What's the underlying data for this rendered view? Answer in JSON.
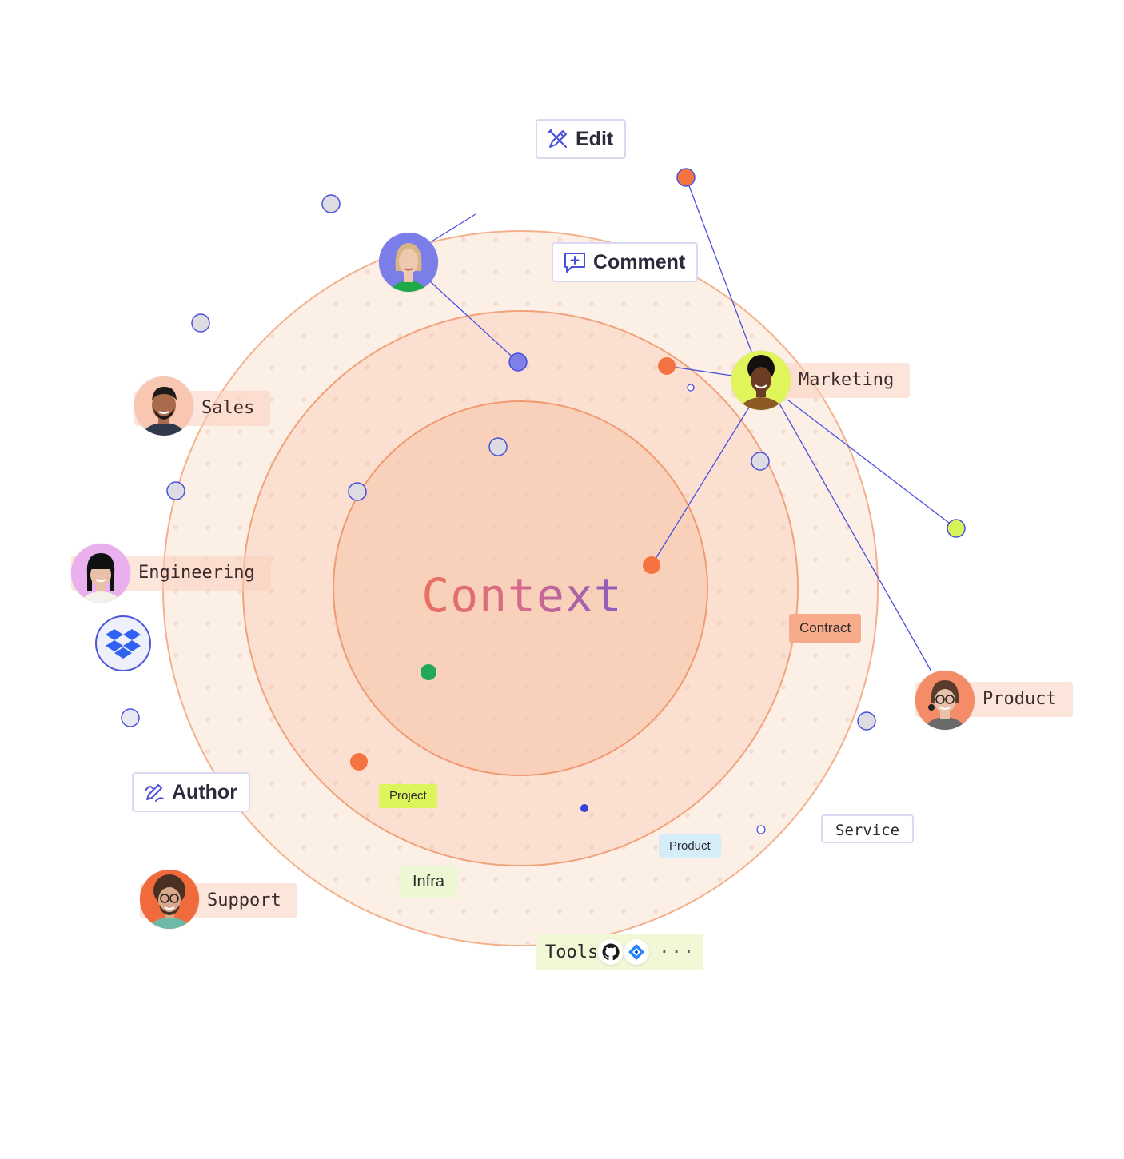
{
  "title": "Context",
  "people": [
    {
      "id": "sales",
      "label": "Sales",
      "avatar_bg": "#f9c6b2",
      "skin": "#a96b4c",
      "hair": "#1e1a18",
      "shirt": "#2e3a4a"
    },
    {
      "id": "engineering",
      "label": "Engineering",
      "avatar_bg": "#eab0ee",
      "skin": "#e8c2a8",
      "hair": "#111111",
      "shirt": "#f4f1ea"
    },
    {
      "id": "support",
      "label": "Support",
      "avatar_bg": "#f06a3c",
      "skin": "#d9a88a",
      "hair": "#4a3022",
      "shirt": "#6fb9a8"
    },
    {
      "id": "marketing",
      "label": "Marketing",
      "avatar_bg": "#dff55a",
      "skin": "#6b3d24",
      "hair": "#141010",
      "shirt": "#8c5a22"
    },
    {
      "id": "product",
      "label": "Product",
      "avatar_bg": "#f48c68",
      "skin": "#e7c1a8",
      "hair": "#5a3a2a",
      "shirt": "#6a6a6a"
    },
    {
      "id": "top",
      "label": "",
      "avatar_bg": "#7b7de8",
      "skin": "#eec9b0",
      "hair": "#d9b484",
      "shirt": "#1faa4a"
    }
  ],
  "actions": {
    "edit": "Edit",
    "comment": "Comment",
    "author": "Author"
  },
  "tags": {
    "contract": "Contract",
    "project": "Project",
    "product_small": "Product",
    "infra": "Infra",
    "service": "Service"
  },
  "tools": {
    "label": "Tools",
    "icons": [
      "github-icon",
      "jira-icon"
    ],
    "more": "···"
  },
  "colors": {
    "ring_fill": "#f7c6a8",
    "ring_stroke": "#f2a27a",
    "node_blue": "#4a4fdc",
    "node_orange": "#f57340",
    "node_green": "#22a85a",
    "node_lime": "#d8f35a",
    "node_gray": "#d9d9de"
  }
}
